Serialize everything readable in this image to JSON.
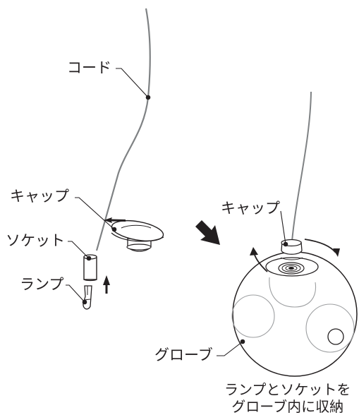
{
  "labels": {
    "cord": "コード",
    "cap_left": "キャップ",
    "socket": "ソケット",
    "lamp": "ランプ",
    "cap_right": "キャップ",
    "globe": "グローブ"
  },
  "caption": {
    "line1": "ランプとソケットを",
    "line2": "グローブ内に収納"
  },
  "colors": {
    "line": "#231f20",
    "cord": "#7f8284",
    "ghost": "#9d9fa1"
  }
}
